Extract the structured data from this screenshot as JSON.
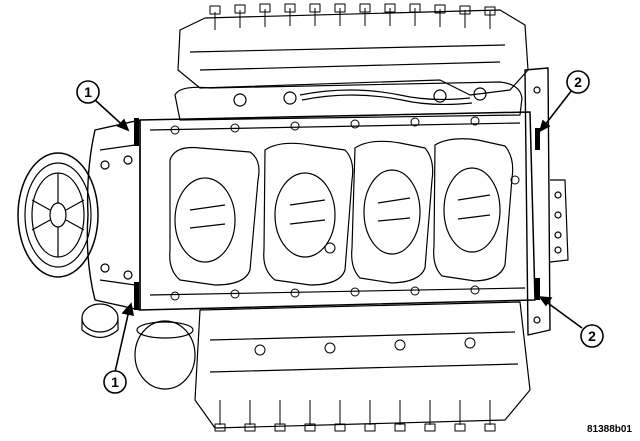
{
  "diagram": {
    "callouts": [
      {
        "id": "c1-upper",
        "label": "1"
      },
      {
        "id": "c1-lower",
        "label": "1"
      },
      {
        "id": "c2-upper",
        "label": "2"
      },
      {
        "id": "c2-lower",
        "label": "2"
      }
    ],
    "figure_id": "81388b01",
    "colors": {
      "line": "#000000",
      "background": "#ffffff"
    }
  }
}
